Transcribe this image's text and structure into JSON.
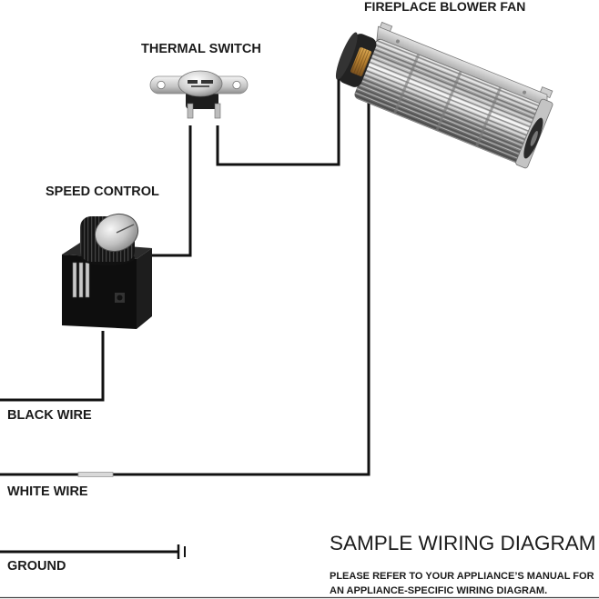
{
  "components": {
    "blower_fan": {
      "label": "FIREPLACE BLOWER FAN"
    },
    "thermal_switch": {
      "label": "THERMAL SWITCH"
    },
    "speed_control": {
      "label": "SPEED CONTROL"
    }
  },
  "wires": {
    "black": {
      "label": "BLACK WIRE"
    },
    "white": {
      "label": "WHITE WIRE"
    },
    "ground": {
      "label": "GROUND"
    }
  },
  "title": "SAMPLE WIRING DIAGRAM",
  "note": [
    "PLEASE REFER TO YOUR APPLIANCE’S MANUAL FOR",
    "AN APPLIANCE-SPECIFIC WIRING DIAGRAM."
  ],
  "colors": {
    "background": "#ffffff",
    "text": "#1b1b1b",
    "wire": "#111111"
  }
}
